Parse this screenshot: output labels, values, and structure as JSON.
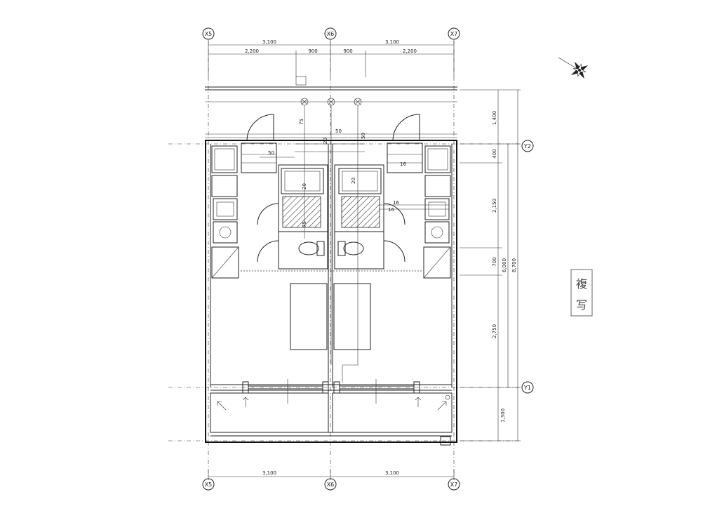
{
  "grid": {
    "x_axes": [
      "X5",
      "X6",
      "X7"
    ],
    "y_axes": [
      "Y2",
      "Y1"
    ]
  },
  "dimensions": {
    "top_spans": [
      "3,100",
      "3,100"
    ],
    "top_sub_spans": [
      "2,200",
      "900",
      "900",
      "2,200"
    ],
    "bottom_spans": [
      "3,100",
      "3,100"
    ],
    "right_sub": [
      "1,400",
      "400",
      "2,150",
      "700",
      "2,750",
      "1,300"
    ],
    "right_mid": "6,000",
    "right_total": "8,700"
  },
  "annotations": {
    "small": [
      "75",
      "50",
      "50",
      "50",
      "20",
      "20",
      "16",
      "16",
      "16",
      "20",
      "75"
    ]
  },
  "north_symbol": "north-arrow",
  "stamp": "複写"
}
